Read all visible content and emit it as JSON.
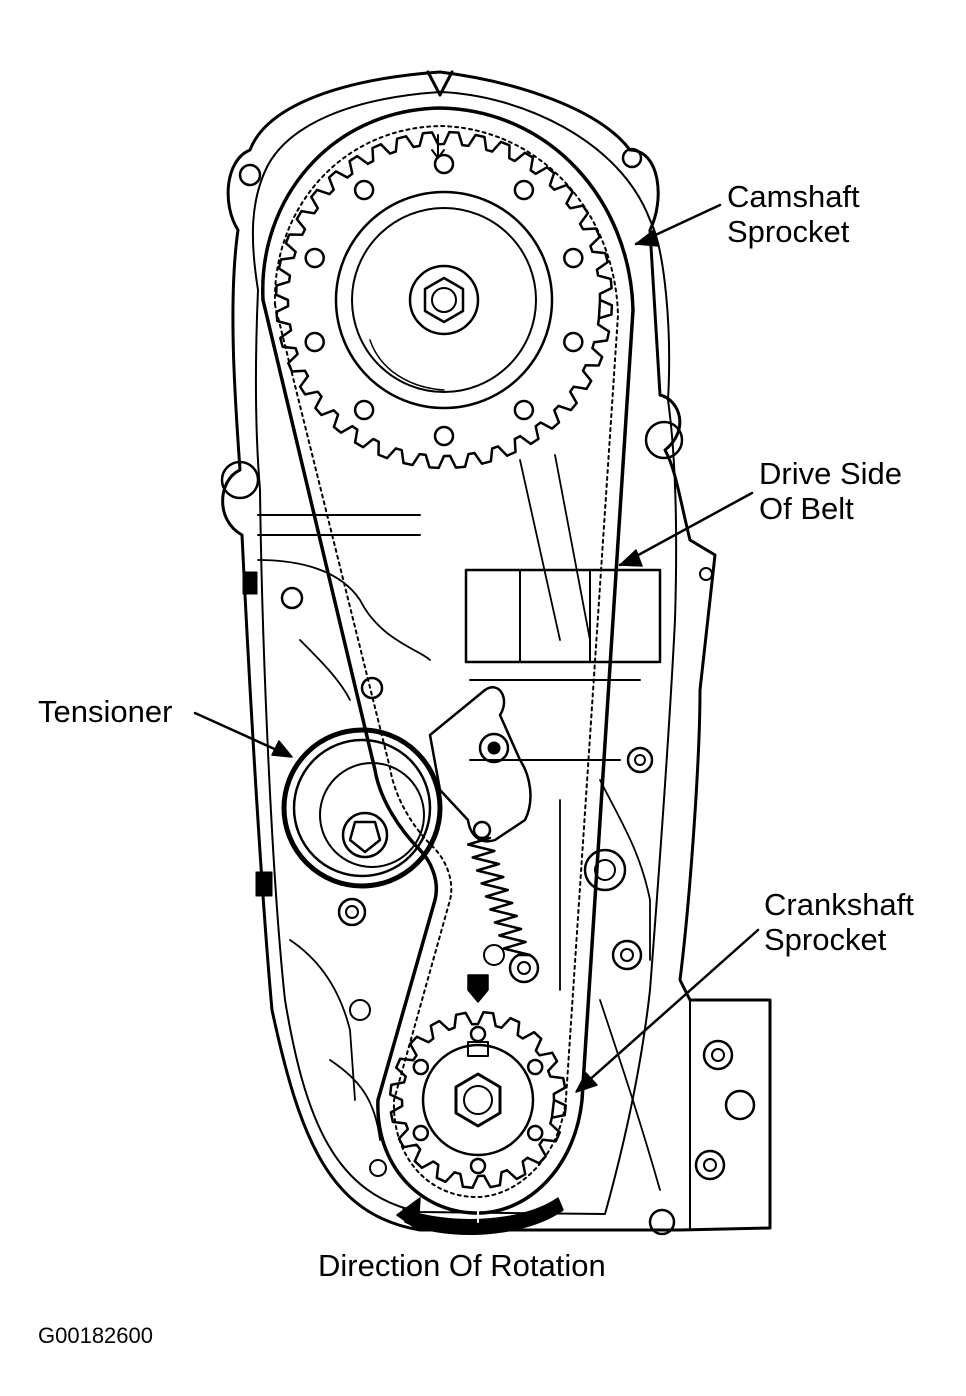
{
  "labels": {
    "camshaft_line1": "Camshaft",
    "camshaft_line2": "Sprocket",
    "drive_line1": "Drive Side",
    "drive_line2": "Of Belt",
    "tensioner": "Tensioner",
    "crank_line1": "Crankshaft",
    "crank_line2": "Sprocket",
    "rotation": "Direction Of Rotation"
  },
  "figure_code": "G00182600",
  "sprockets": {
    "camshaft_teeth": 40,
    "crankshaft_teeth": 20
  },
  "colors": {
    "ink": "#000000",
    "paper": "#ffffff"
  }
}
